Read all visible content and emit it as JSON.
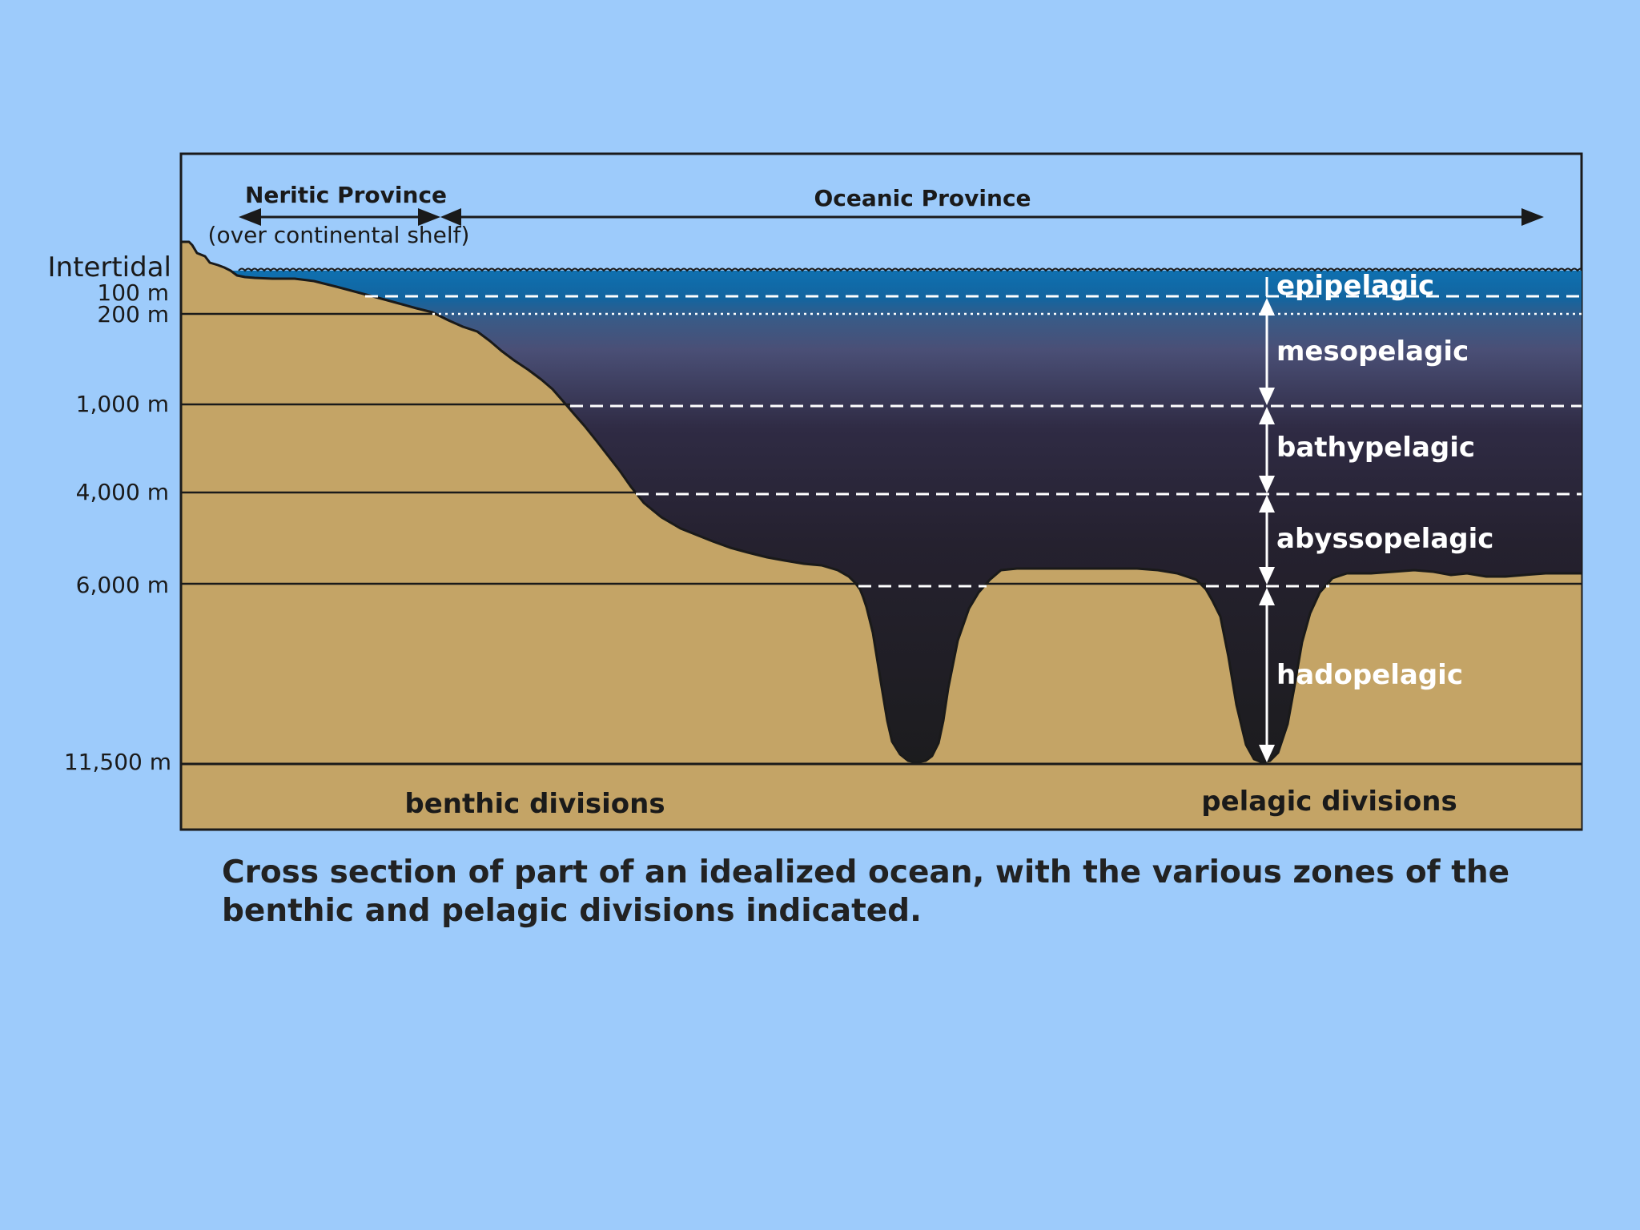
{
  "provinces": {
    "neritic": "Neritic Province",
    "neritic_note": "(over continental shelf)",
    "oceanic": "Oceanic Province"
  },
  "depths": {
    "intertidal": "Intertidal",
    "d100": "100 m",
    "d200": "200 m",
    "d1000": "1,000 m",
    "d4000": "4,000 m",
    "d6000": "6,000 m",
    "d11500": "11,500 m"
  },
  "zones": {
    "epipelagic": "epipelagic",
    "mesopelagic": "mesopelagic",
    "bathypelagic": "bathypelagic",
    "abyssopelagic": "abyssopelagic",
    "hadopelagic": "hadopelagic"
  },
  "divisions": {
    "benthic": "benthic divisions",
    "pelagic": "pelagic divisions"
  },
  "caption": "Cross section of part of an idealized ocean, with the various zones of the benthic and pelagic divisions indicated.",
  "colors": {
    "background": "#9dcbfb",
    "seabed": "#c4a466",
    "surface_water": "#0f70b0",
    "deep_water": "#25212f",
    "frame": "#1a1a1a"
  }
}
